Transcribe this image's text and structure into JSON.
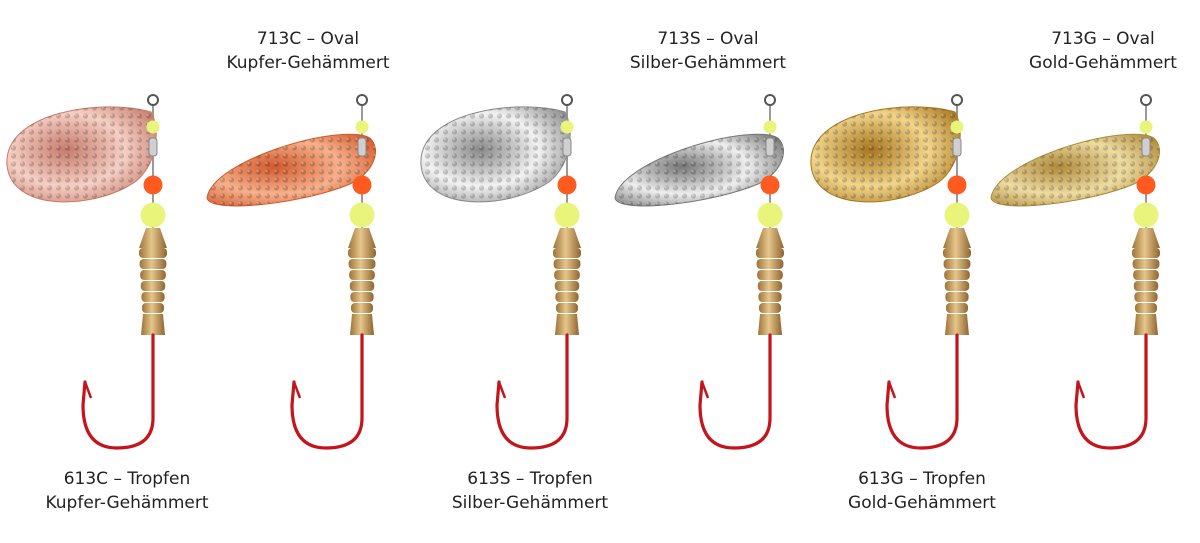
{
  "labels": {
    "c613": {
      "line1": "613C – Tropfen",
      "line2": "Kupfer-Gehämmert"
    },
    "c713": {
      "line1": "713C – Oval",
      "line2": "Kupfer-Gehämmert"
    },
    "s613": {
      "line1": "613S – Tropfen",
      "line2": "Silber-Gehämmert"
    },
    "s713": {
      "line1": "713S – Oval",
      "line2": "Silber-Gehämmert"
    },
    "g613": {
      "line1": "613G – Tropfen",
      "line2": "Gold-Gehämmert"
    },
    "g713": {
      "line1": "713G – Oval",
      "line2": "Gold-Gehämmert"
    }
  },
  "spinners": [
    {
      "code": "613C",
      "shape": "drop",
      "light": "#f7cfc4",
      "dark": "#c77b6a"
    },
    {
      "code": "713C",
      "shape": "oval",
      "light": "#f9b08a",
      "dark": "#d25a2c"
    },
    {
      "code": "613S",
      "shape": "drop",
      "light": "#f2f2f2",
      "dark": "#8a8a8a"
    },
    {
      "code": "713S",
      "shape": "oval",
      "light": "#eeeeee",
      "dark": "#777777"
    },
    {
      "code": "613G",
      "shape": "drop",
      "light": "#f3d58a",
      "dark": "#a8761e"
    },
    {
      "code": "713G",
      "shape": "oval",
      "light": "#efdca0",
      "dark": "#b08a3a"
    }
  ],
  "colors": {
    "hook": "#c4141c",
    "red_bead": "#ff5a1f",
    "yellow_bead": "#e8f57a",
    "brass": "#c9a062"
  }
}
